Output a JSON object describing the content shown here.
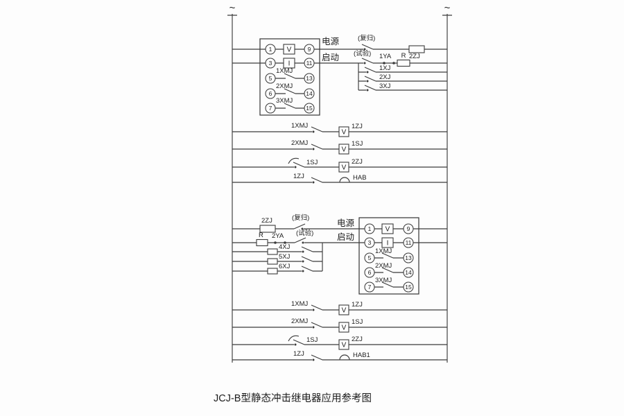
{
  "page": {
    "caption": "JCJ-B型静态冲击继电器应用参考图",
    "ac_symbol_left": "~",
    "ac_symbol_right": "~"
  },
  "unit1": {
    "power_label": "电源",
    "start_label": "启动",
    "voltage_element": "V",
    "current_element": "I",
    "terminals": {
      "t1": "1",
      "t3": "3",
      "t5": "5",
      "t6": "6",
      "t7": "7",
      "t9": "9",
      "t11": "11",
      "t13": "13",
      "t14": "14",
      "t15": "15"
    },
    "contact1": "1XMJ",
    "contact2": "2XMJ",
    "contact3": "3XMJ",
    "reset_label": "(复归)",
    "aux_relay": "2ZJ",
    "test_label": "(试验)",
    "test_link": "1YA",
    "resistor_label": "R",
    "input1": "1XJ",
    "input2": "2XJ",
    "input3": "3XJ"
  },
  "unit2": {
    "power_label": "电源",
    "start_label": "启动",
    "voltage_element": "V",
    "current_element": "I",
    "terminals": {
      "t1": "1",
      "t3": "3",
      "t5": "5",
      "t6": "6",
      "t7": "7",
      "t9": "9",
      "t11": "11",
      "t13": "13",
      "t14": "14",
      "t15": "15"
    },
    "contact1": "1XMJ",
    "contact2": "2XMJ",
    "contact3": "3XMJ",
    "reset_label": "(复归)",
    "aux_relay": "2ZJ",
    "test_label": "(试验)",
    "test_link": "2YA",
    "resistor_label": "R",
    "input1": "4XJ",
    "input2": "5XJ",
    "input3": "6XJ"
  },
  "rows1": {
    "row1": {
      "contact": "1XMJ",
      "coil": "V",
      "relay": "1ZJ"
    },
    "row2": {
      "contact": "2XMJ",
      "coil": "V",
      "relay": "1SJ"
    },
    "row3": {
      "contact": "1SJ",
      "coil": "V",
      "relay": "2ZJ"
    },
    "row4": {
      "contact": "1ZJ",
      "bell": "HAB"
    }
  },
  "rows2": {
    "row1": {
      "contact": "1XMJ",
      "coil": "V",
      "relay": "1ZJ"
    },
    "row2": {
      "contact": "2XMJ",
      "coil": "V",
      "relay": "1SJ"
    },
    "row3": {
      "contact": "1SJ",
      "coil": "V",
      "relay": "2ZJ"
    },
    "row4": {
      "contact": "1ZJ",
      "bell": "HAB1"
    }
  }
}
